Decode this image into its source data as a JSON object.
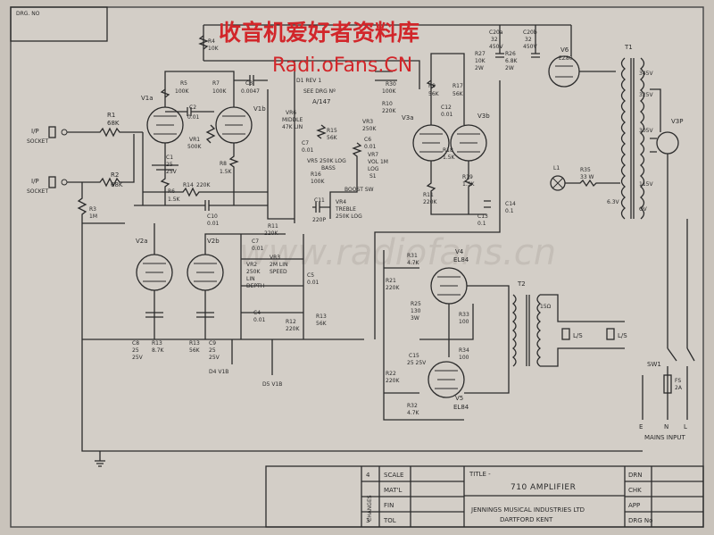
{
  "watermark": {
    "chinese": "收音机爱好者资料库",
    "site": "Radi.oFans.CN",
    "faint": "www.radiofans.cn"
  },
  "header": {
    "drg_box": "DRG. NO"
  },
  "inputs": {
    "in1": "I/P",
    "in1_sub": "SOCKET",
    "in2": "I/P",
    "in2_sub": "SOCKET"
  },
  "tubes": {
    "v1a": "V1a",
    "v1b": "V1b",
    "v2a": "V2a",
    "v2b": "V2b",
    "v3a": "V3a",
    "v3b": "V3b",
    "v4": "V4",
    "v4_type": "EL84",
    "v5": "V5",
    "v5_type": "EL84",
    "v6": "V6",
    "v6_type": "EZ80",
    "v3p": "V3P"
  },
  "labels": {
    "r1": "R1",
    "r1v": "68K",
    "r2": "R2",
    "r2v": "68K",
    "r3": "R3",
    "r3v": "1M",
    "r4": "R4",
    "r4v": "10K",
    "r5": "R5",
    "r5v": "100K",
    "r7": "R7",
    "r7v": "100K",
    "c3": "C3",
    "c3v": "0.0047",
    "c2": "C2",
    "c2v": "0.01",
    "vr1": "VR1",
    "vr1v": "500K",
    "c1": "C1",
    "c1v": "25",
    "c1v2": "25V",
    "r8": "R8",
    "r8v": "1.5K",
    "r6": "R6",
    "r6v": "1.5K",
    "r14": "R14",
    "r14v": "220K",
    "c10": "C10",
    "c10v": "0.01",
    "vr6": "VR6",
    "vr6v": "MIDDLE",
    "vr6v2": "47K LIN",
    "r15": "R15",
    "r15v": "56K",
    "c7a": "C7",
    "c7av": "0.01",
    "vr5": "VR5",
    "vr5v": "250K LOG",
    "vr5v2": "BASS",
    "r16": "R16",
    "r16v": "100K",
    "vr4": "VR4",
    "vr4v": "TREBLE",
    "vr4v2": "250K LOG",
    "c11": "C11",
    "c11v": "220P",
    "boost": "BOOST SW",
    "vr7": "VR7",
    "vr7v": "VOL 1M",
    "vr7v2": "LOG",
    "s1": "S1",
    "r10": "R10",
    "r10v": "220K",
    "c6": "C6",
    "c6v": "0.01",
    "vr3": "VR3",
    "vr3v": "250K",
    "r17": "R17",
    "r17v": "56K",
    "r9": "R9",
    "r9v": "56K",
    "c12": "C12",
    "c12v": "0.01",
    "r18": "R18",
    "r18v": "1.5K",
    "r19": "R19",
    "r19v": "1.5K",
    "r11": "R11",
    "r11v": "220K",
    "c13": "C13",
    "c13v": "0.1",
    "c14": "C14",
    "c14v": "0.1",
    "c7": "C7",
    "c7v": "0.01",
    "vr2": "VR2",
    "vr2v": "250K",
    "vr2v2": "LIN",
    "vr2v3": "DEPTH",
    "vr3b": "VR3",
    "vr3bv": "2M LIN",
    "vr3bv2": "SPEED",
    "c5": "C5",
    "c5v": "0.01",
    "c4": "C4",
    "c4v": "0.01",
    "r12": "R12",
    "r12v": "220K",
    "r13": "R13",
    "r13v": "56K",
    "c8": "C8",
    "c8v": "25",
    "c8v2": "25V",
    "r13b": "R13",
    "r13bv": "8.7K",
    "c9": "C9",
    "c9v": "25",
    "c9v2": "25V",
    "d4": "D4 V1B",
    "d5": "D5 V1B",
    "r31": "R31",
    "r31v": "4.7K",
    "r21": "R21",
    "r21v": "220K",
    "r25": "R25",
    "r25v": "130",
    "r25v2": "3W",
    "r33": "R33",
    "r33v": "100",
    "r34": "R34",
    "r34v": "100",
    "c15": "C15",
    "c15v": "25 25V",
    "r22": "R22",
    "r22v": "220K",
    "r32": "R32",
    "r32v": "4.7K",
    "t2": "T2",
    "t1": "T1",
    "fifteen_a": "15Ω",
    "ls1": "L/S",
    "ls2": "L/S",
    "c20a": "C20a",
    "c20av": "32",
    "c20av2": "450V",
    "c20b": "C20b",
    "c20bv": "32",
    "c20bv2": "450V",
    "r26": "R26",
    "r26v": "6.8K",
    "r26v2": "2W",
    "r27": "R27",
    "r27v": "10K",
    "r27v2": "2W",
    "v345": "345V",
    "v325": "325V",
    "v305": "305V",
    "v115": "115V",
    "v6_3": "6.3V",
    "ov": "OV",
    "l1": "L1",
    "r35": "R35",
    "r35v": "33 W",
    "sw1": "SW1",
    "fs1": "FS",
    "fs1v": "2A",
    "mains": "MAINS INPUT",
    "e": "E",
    "n": "N",
    "l": "L",
    "d1": "D1 REV 1",
    "see_drg": "SEE DRG Nº",
    "a147": "A/147",
    "r30": "R30",
    "r30v": "100K"
  },
  "title_block": {
    "changes": "CHANGES",
    "scale": "SCALE",
    "mat": "MAT'L",
    "fin": "FIN",
    "tol": "TOL",
    "title_label": "TITLE -",
    "title": "710 AMPLIFIER",
    "company": "JENNINGS MUSICAL INDUSTRIES LTD",
    "address": "DARTFORD   KENT",
    "drn": "DRN",
    "chk": "CHK",
    "app": "APP",
    "drg_no": "DRG No",
    "rev": "4",
    "rev2": "3"
  },
  "colors": {
    "paper": "#c9c3bb",
    "ink": "#2b2b2b",
    "watermark": "#d2262a"
  }
}
